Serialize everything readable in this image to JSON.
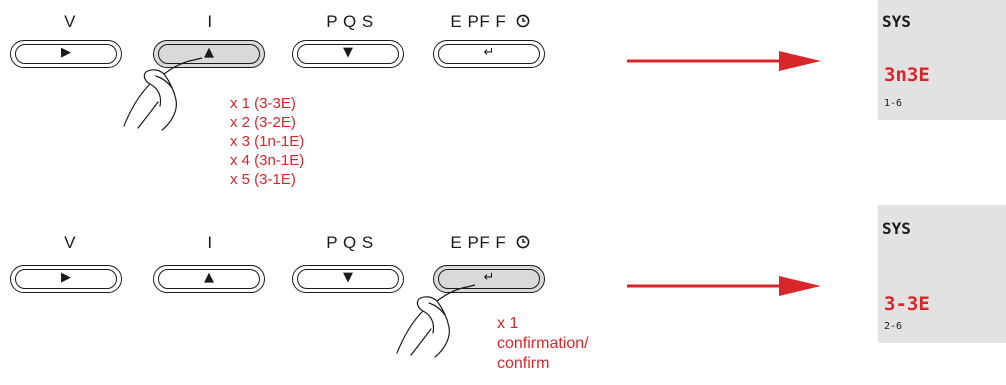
{
  "buttons": {
    "labels": [
      "V",
      "I",
      "P Q S",
      "E PF F"
    ],
    "glyphs": [
      "▶",
      "▲",
      "▼",
      "↵"
    ]
  },
  "row1": {
    "pressed": 1,
    "steps": [
      "x 1 (3-3E)",
      "x 2 (3-2E)",
      "x 3 (1n-1E)",
      "x 4 (3n-1E)",
      "x 5 (3-1E)"
    ],
    "display": {
      "title": "SYS",
      "value": "3n3E",
      "page": "1-6"
    }
  },
  "row2": {
    "pressed": 3,
    "steps": [
      "x 1",
      "confirmation/",
      "confirm"
    ],
    "display": {
      "title": "SYS",
      "value": "3-3E",
      "page": "2-6"
    }
  },
  "colors": {
    "accent": "#d9262b",
    "pressed": "#d9d9d9",
    "display_bg": "#e2e2e2"
  },
  "icons": {
    "clock": "clock-icon",
    "hand": "pointing-hand-icon",
    "arrow": "right-arrow-icon"
  }
}
